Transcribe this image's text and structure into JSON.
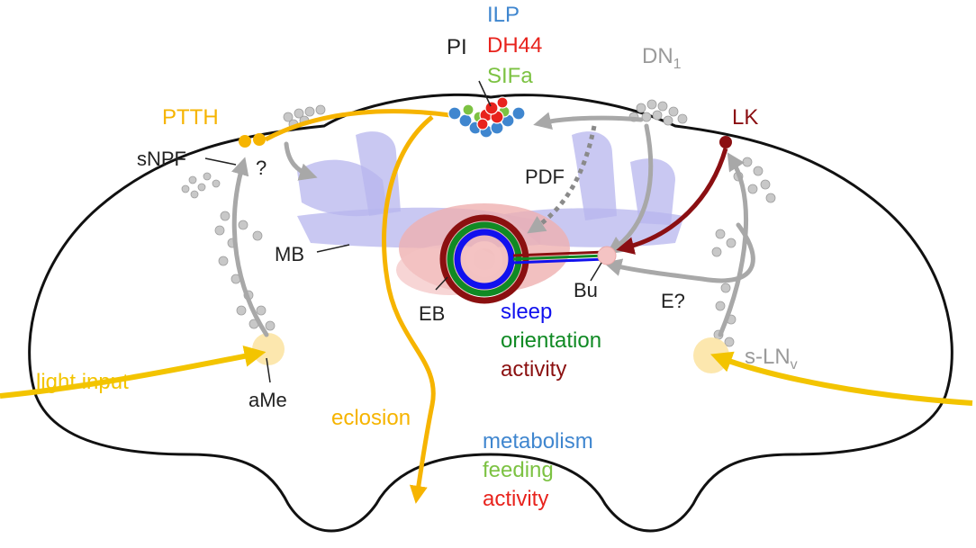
{
  "colors": {
    "ilp": "#3f86cf",
    "dh44": "#e8231d",
    "sifa": "#7cc242",
    "ptth": "#f6b400",
    "light": "#f3c400",
    "lk": "#8b0f12",
    "gray_text": "#9a9a9a",
    "gray_arrow": "#a8a8a8",
    "mb": "#b7b6ee",
    "eb_red": "#efb0b0",
    "sleep": "#1111ee",
    "orientation": "#108a24",
    "activity_dark": "#8b1010",
    "metabolism": "#3f86cf",
    "feeding": "#7cc242",
    "activity_red": "#e8231d",
    "text": "#222222"
  },
  "labels": {
    "ilp": "ILP",
    "dh44": "DH44",
    "sifa": "SIFa",
    "pi": "PI",
    "dn1_main": "DN",
    "dn1_sub": "1",
    "ptth": "PTTH",
    "lk": "LK",
    "snpf": "sNPF",
    "question": "?",
    "pdf": "PDF",
    "mb": "MB",
    "eb": "EB",
    "bu": "Bu",
    "e_question": "E?",
    "sleep": "sleep",
    "orientation": "orientation",
    "activity_dark": "activity",
    "light_input": "light input",
    "ame": "aMe",
    "eclosion": "eclosion",
    "slnv_main": "s-LN",
    "slnv_sub": "v",
    "metabolism": "metabolism",
    "feeding": "feeding",
    "activity_red": "activity"
  }
}
